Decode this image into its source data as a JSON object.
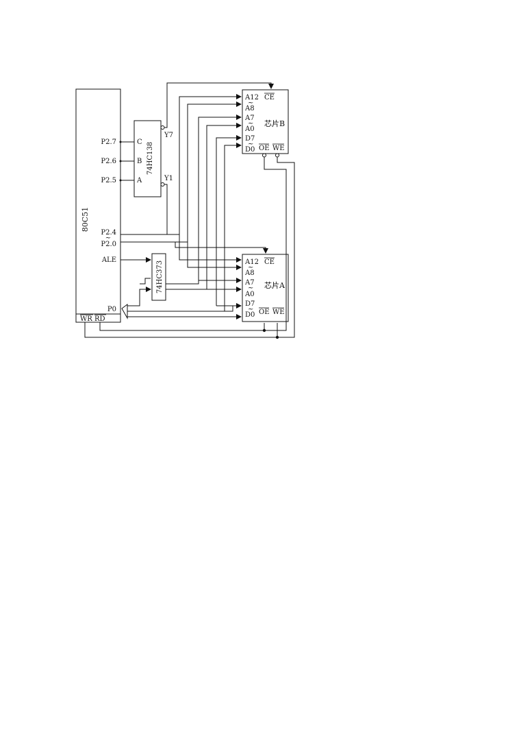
{
  "mcu": {
    "name": "80C51",
    "pins": {
      "p27": "P2.7",
      "p26": "P2.6",
      "p25": "P2.5",
      "p24": "P2.4",
      "p20": "P2.0",
      "ale": "ALE",
      "p0": "P0",
      "wr": "WR",
      "rd": "RD"
    }
  },
  "decoder": {
    "name": "74HC138",
    "inputs": {
      "c": "C",
      "b": "B",
      "a": "A"
    },
    "outputs": {
      "y7": "Y7",
      "y1": "Y1"
    }
  },
  "latch": {
    "name": "74HC373"
  },
  "chips": [
    {
      "name": "芯片B",
      "pins": {
        "a12": "A12",
        "a8": "A8",
        "a7": "A7",
        "a0": "A0",
        "d7": "D7",
        "d0": "D0",
        "ce": "CE",
        "oe": "OE",
        "we": "WE"
      }
    },
    {
      "name": "芯片A",
      "pins": {
        "a12": "A12",
        "a8": "A8",
        "a7": "A7",
        "a0": "A0",
        "d7": "D7",
        "d0": "D0",
        "ce": "CE",
        "oe": "OE",
        "we": "WE"
      }
    }
  ],
  "range_symbol": "~"
}
